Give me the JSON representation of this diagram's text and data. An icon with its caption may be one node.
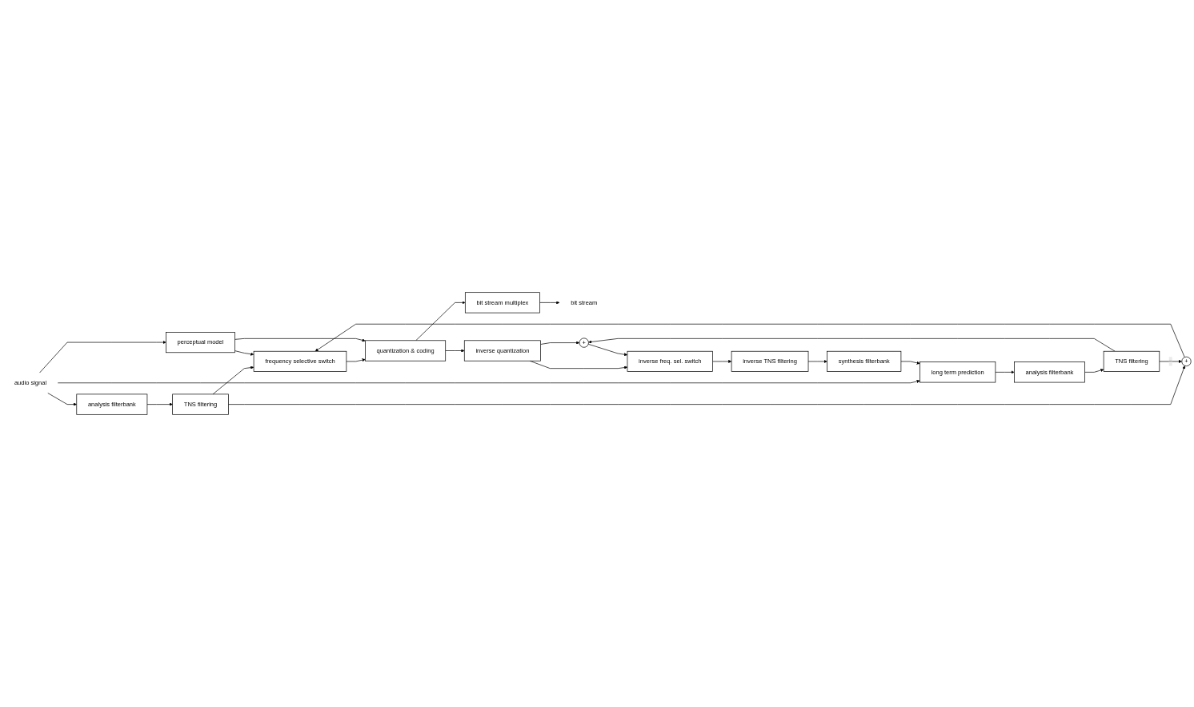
{
  "diagram": {
    "nodes": [
      {
        "text": [
          "audio signal"
        ]
      },
      {
        "text": [
          "analysis filterbank"
        ]
      },
      {
        "text": [
          "TNS filtering"
        ]
      },
      {
        "text": [
          "+"
        ]
      },
      {
        "text": [
          "frequency selective switch"
        ]
      },
      {
        "text": [
          "quantization & coding"
        ]
      },
      {
        "text": [
          "bit stream multiplex"
        ]
      },
      {
        "text": [
          "bit stream"
        ]
      },
      {
        "text": [
          "perceptual model"
        ]
      },
      {
        "text": [
          "inverse quantization"
        ]
      },
      {
        "text": [
          "+"
        ]
      },
      {
        "text": [
          "inverse freq. sel. switch"
        ]
      },
      {
        "text": [
          "inverse TNS filtering"
        ]
      },
      {
        "text": [
          "synthesis filterbank"
        ]
      },
      {
        "text": [
          "long term prediction"
        ]
      },
      {
        "text": [
          "analysis filterbank"
        ]
      },
      {
        "text": [
          "TNS filtering"
        ]
      }
    ],
    "edges": [
      {
        "from": 0,
        "to": 1,
        "arrow": "to"
      },
      {
        "from": 0,
        "to": 14,
        "arrow": "to"
      },
      {
        "from": 0,
        "to": 8,
        "arrow": "to"
      },
      {
        "from": 1,
        "to": 2,
        "arrow": "to"
      },
      {
        "from": 2,
        "to": 4,
        "arrow": "to"
      },
      {
        "from": 2,
        "to": 3,
        "arrow": "to"
      },
      {
        "from": 16,
        "to": 3,
        "arrow": "to",
        "label": "−"
      },
      {
        "from": 16,
        "to": 10,
        "arrow": "to"
      },
      {
        "from": 3,
        "to": 4,
        "arrow": "to"
      },
      {
        "from": 4,
        "to": 5,
        "arrow": "to"
      },
      {
        "from": 5,
        "to": 6,
        "arrow": "to"
      },
      {
        "from": 5,
        "to": 9,
        "arrow": "to"
      },
      {
        "from": 6,
        "to": 7,
        "arrow": "to"
      },
      {
        "from": 8,
        "to": 4,
        "arrow": "to"
      },
      {
        "from": 8,
        "to": 5,
        "arrow": "to"
      },
      {
        "from": 9,
        "to": 10,
        "arrow": "to"
      },
      {
        "from": 9,
        "to": 11,
        "arrow": "to"
      },
      {
        "from": 10,
        "to": 11,
        "arrow": "to"
      },
      {
        "from": 11,
        "to": 12,
        "arrow": "to"
      },
      {
        "from": 12,
        "to": 13,
        "arrow": "to"
      },
      {
        "from": 13,
        "to": 14,
        "arrow": "to"
      },
      {
        "from": 14,
        "to": 15,
        "arrow": "to"
      },
      {
        "from": 15,
        "to": 16,
        "arrow": "to"
      }
    ]
  }
}
